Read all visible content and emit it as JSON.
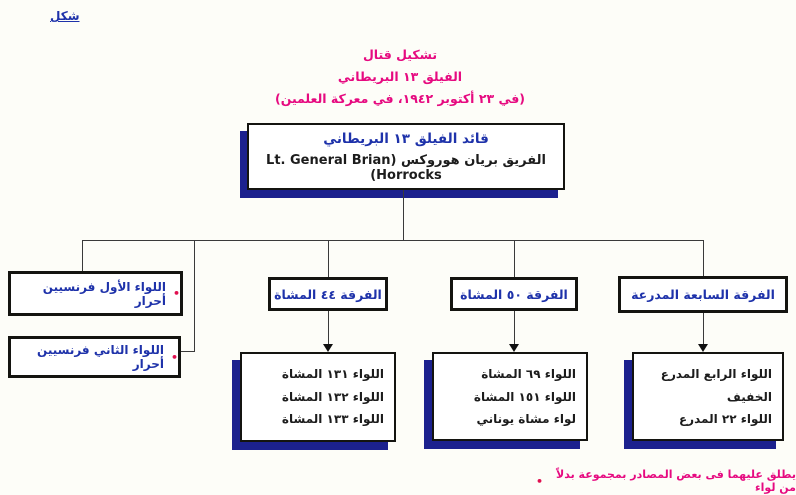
{
  "page": {
    "figure_label": "شكل"
  },
  "heading": {
    "line1": "تشكيل قتال",
    "line2": "الفيلق ١٣ البريطاني",
    "line3": "(في ٢٣ أكتوبر ١٩٤٢، في معركة العلمين)"
  },
  "commander": {
    "title": "قائد الفيلق ١٣ البريطاني",
    "name": "الفريق بريان هوروكس (Lt. General Brian Horrocks)"
  },
  "french_brigades": [
    {
      "bullet": "•",
      "label": "اللواء الأول فرنسيين أحرار"
    },
    {
      "bullet": "•",
      "label": "اللواء الثاني فرنسيين أحرار"
    }
  ],
  "divisions": [
    {
      "label": "الفرقة ٤٤ المشاة",
      "units": [
        "اللواء ١٣١ المشاة",
        "اللواء ١٣٢ المشاة",
        "اللواء ١٣٣ المشاة"
      ]
    },
    {
      "label": "الفرقة ٥٠ المشاة",
      "units": [
        "اللواء ٦٩ المشاة",
        "اللواء ١٥١ المشاة",
        "لواء مشاة يوناني"
      ]
    },
    {
      "label": "الفرقة السابعة المدرعة",
      "units": [
        "اللواء الرابع المدرع الخفيف",
        "اللواء ٢٢ المدرع"
      ]
    }
  ],
  "footnote": {
    "bullet": "•",
    "text": "يطلق عليهما فى بعض المصادر بمجموعة بدلاً من لواء"
  },
  "colors": {
    "heading_magenta": "#e60a80",
    "unit_blue": "#1e32aa",
    "shadow_navy": "#1c218e",
    "bullet_crimson": "#e01050",
    "line_gray": "#3a3a3a"
  }
}
